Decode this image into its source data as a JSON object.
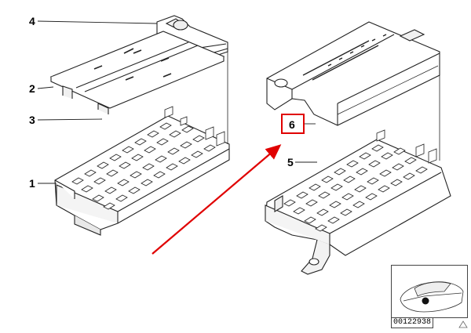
{
  "callouts": {
    "c1": "1",
    "c2": "2",
    "c3": "3",
    "c4": "4",
    "c5": "5",
    "c6": "6"
  },
  "catalog_number": "00122938",
  "colors": {
    "line": "#222222",
    "fill": "#ffffff",
    "shade": "#e8e8e8",
    "highlight": "#e00000"
  }
}
